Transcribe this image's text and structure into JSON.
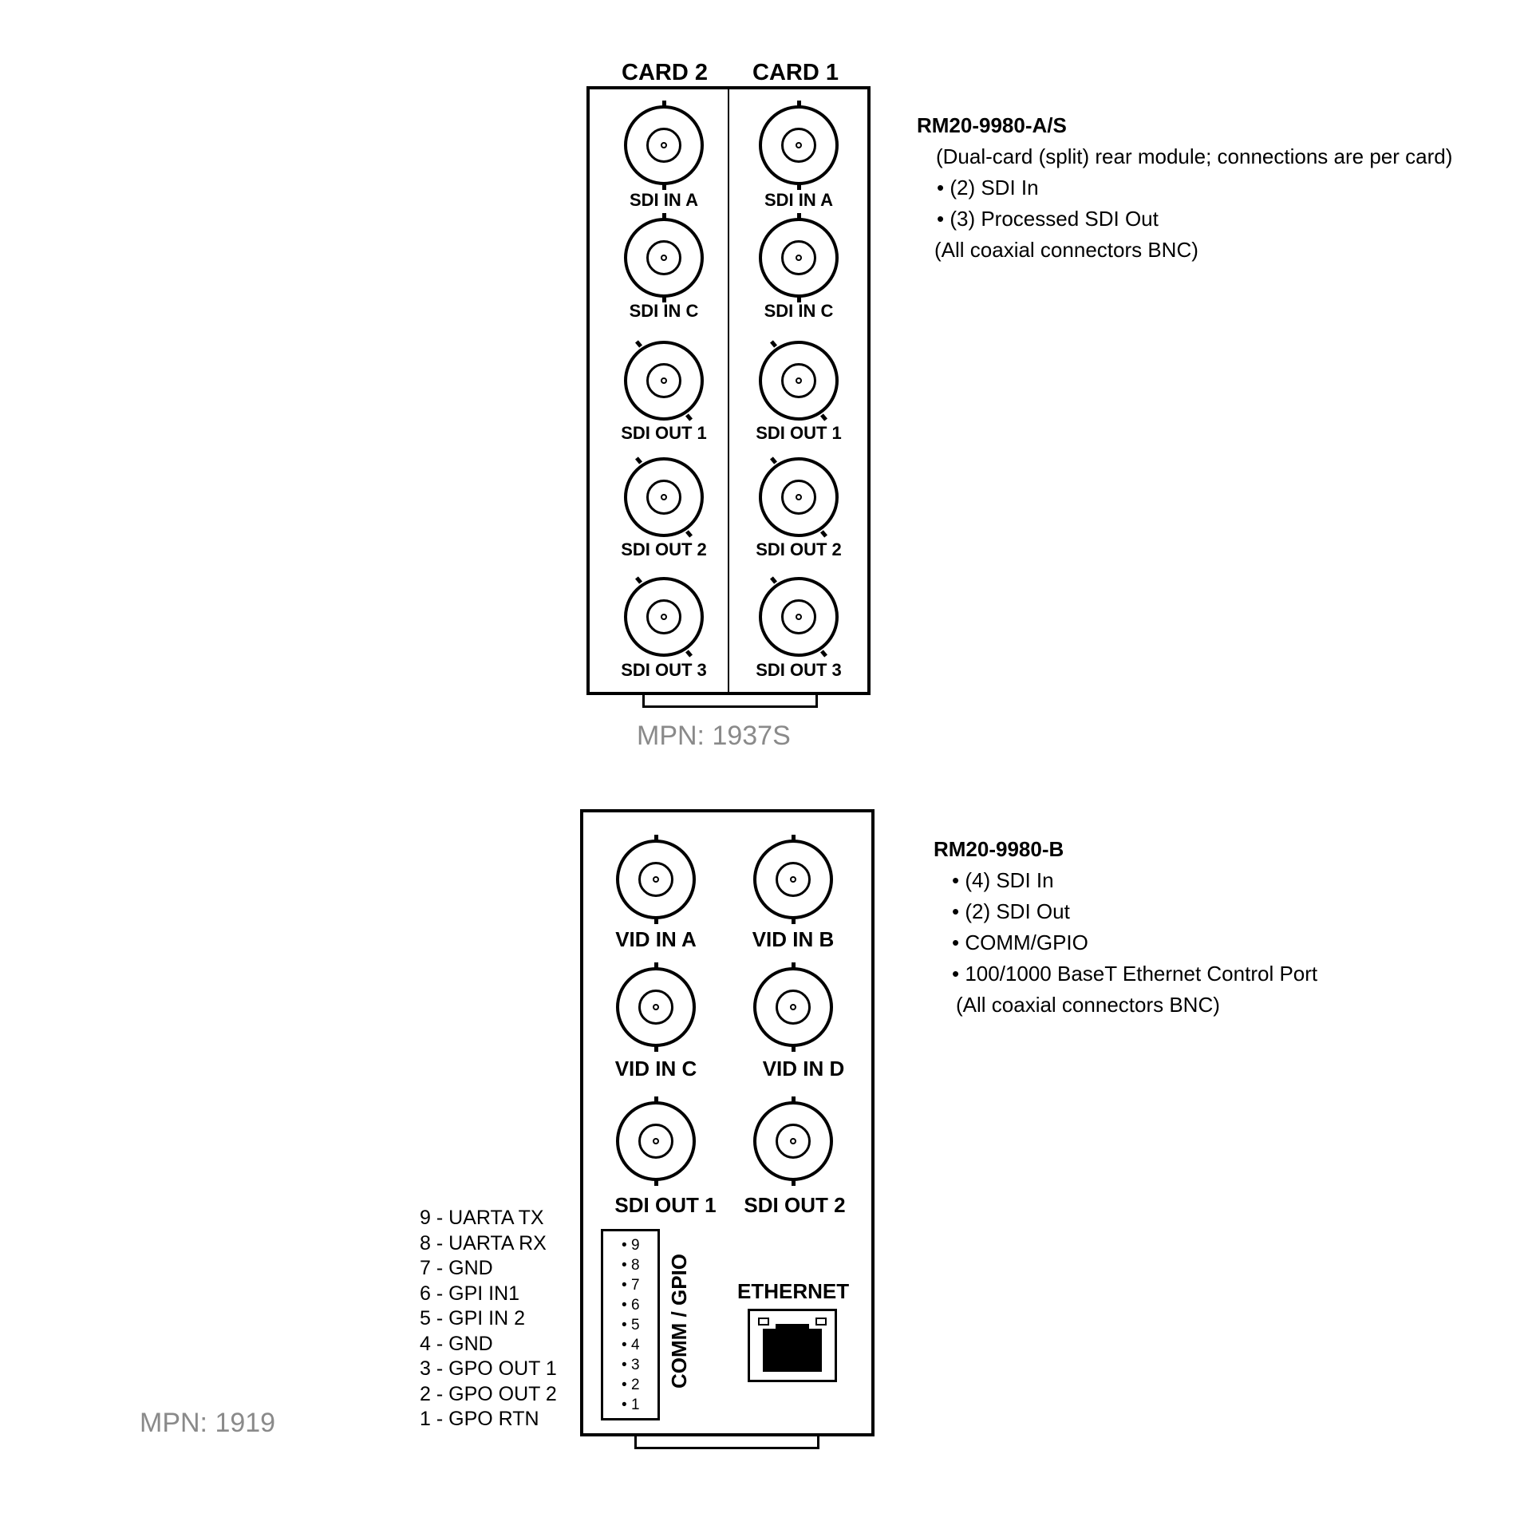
{
  "module_a": {
    "card2_header": "CARD 2",
    "card1_header": "CARD 1",
    "card2_labels": [
      "SDI IN A",
      "SDI IN C",
      "SDI OUT 1",
      "SDI OUT 2",
      "SDI OUT 3"
    ],
    "card1_labels": [
      "SDI IN A",
      "SDI IN C",
      "SDI OUT 1",
      "SDI OUT 2",
      "SDI OUT 3"
    ],
    "mpn": "MPN: 1937S",
    "description": {
      "title": "RM20-9980-A/S",
      "lines": [
        "(Dual-card (split) rear module; connections are per card)",
        "• (2) SDI In",
        "• (3) Processed SDI Out",
        "(All coaxial connectors BNC)"
      ]
    }
  },
  "module_b": {
    "bnc_labels": [
      "VID IN A",
      "VID IN B",
      "VID IN C",
      "VID IN D",
      "SDI OUT 1",
      "SDI OUT 2"
    ],
    "gpio_title": "COMM / GPIO",
    "gpio_pin_numbers": [
      "9",
      "8",
      "7",
      "6",
      "5",
      "4",
      "3",
      "2",
      "1"
    ],
    "gpio_pin_list": [
      "9 - UARTA TX",
      "8 - UARTA RX",
      "7 - GND",
      "6 - GPI IN1",
      "5 - GPI IN 2",
      "4 - GND",
      "3 - GPO OUT 1",
      "2 - GPO OUT 2",
      "1 - GPO RTN"
    ],
    "ethernet_label": "ETHERNET",
    "mpn": "MPN: 1919",
    "description": {
      "title": "RM20-9980-B",
      "lines": [
        "• (4) SDI In",
        "• (2) SDI Out",
        "• COMM/GPIO",
        "• 100/1000 BaseT Ethernet Control Port",
        "(All coaxial connectors BNC)"
      ]
    }
  }
}
